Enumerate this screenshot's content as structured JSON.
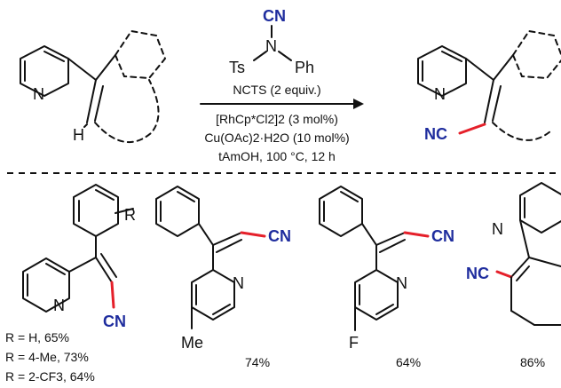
{
  "reagent": {
    "cn": "CN",
    "n": "N",
    "ts": "Ts",
    "ph": "Ph",
    "name": "NCTS (2 equiv.)"
  },
  "conditions": [
    "[RhCp*Cl2]2 (3 mol%)",
    "Cu(OAc)2·H2O (10 mol%)",
    "tAmOH, 100 °C, 12 h"
  ],
  "start": {
    "n": "N",
    "h": "H"
  },
  "product_top": {
    "n": "N",
    "nc": "NC"
  },
  "examples": [
    {
      "n": "N",
      "cn": "CN",
      "r": "R",
      "yields": [
        "R = H, 65%",
        "R = 4-Me, 73%",
        "R = 2-CF3, 64%"
      ]
    },
    {
      "n": "N",
      "cn": "CN",
      "sub": "Me",
      "yield": "74%"
    },
    {
      "n": "N",
      "cn": "CN",
      "sub": "F",
      "yield": "64%"
    },
    {
      "n": "N",
      "nc": "NC",
      "yield": "86%"
    }
  ],
  "colors": {
    "cn_blue": "#1f2d9e",
    "bond_red": "#e5202a",
    "ink": "#111111"
  }
}
